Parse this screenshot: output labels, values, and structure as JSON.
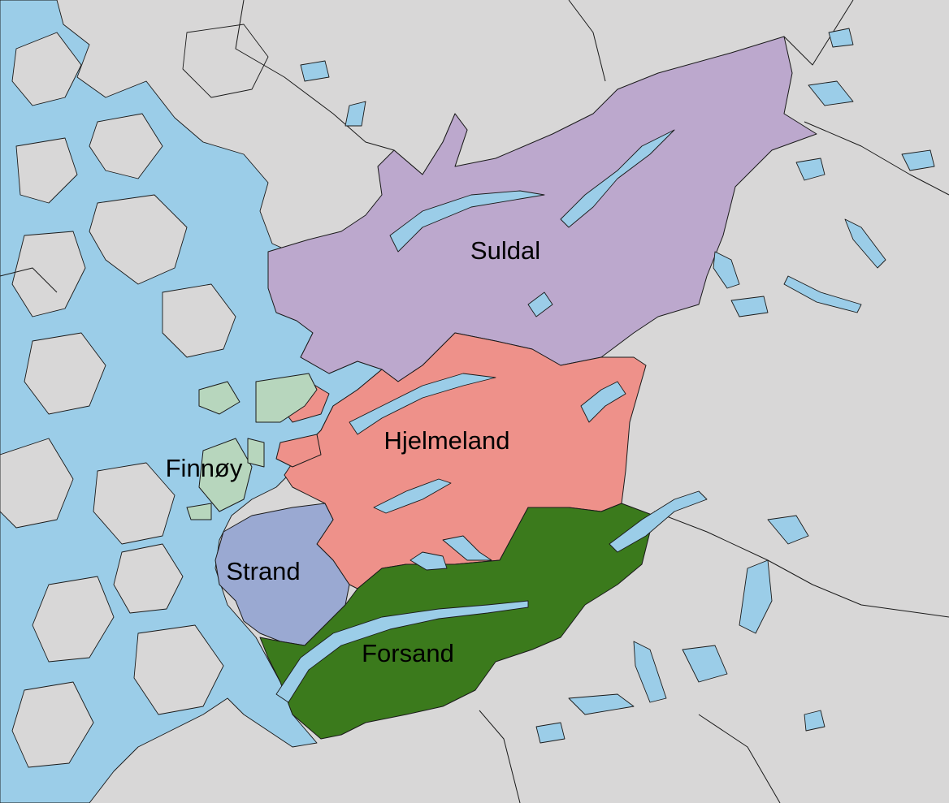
{
  "colors": {
    "land": "#d8d7d7",
    "water": "#9bcde8",
    "suldal": "#bca8cd",
    "hjelmeland": "#ee918a",
    "finnoy": "#b7d6bd",
    "strand": "#9aa9d2",
    "forsand": "#3b7a1c"
  },
  "labels": {
    "suldal": "Suldal",
    "hjelmeland": "Hjelmeland",
    "finnoy": "Finnøy",
    "strand": "Strand",
    "forsand": "Forsand"
  }
}
